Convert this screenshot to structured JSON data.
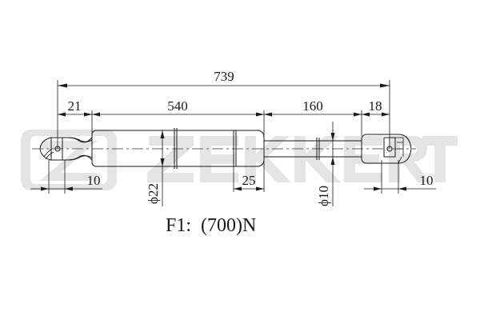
{
  "diagram": {
    "type": "gas-spring-dimension-drawing",
    "watermark": "ZEKKERT",
    "dimensions": {
      "overall_length": "739",
      "eye_offset_left": "21",
      "body_length": "540",
      "rod_length": "160",
      "eye_offset_right": "18",
      "left_eye_width": "10",
      "right_eye_width": "10",
      "body_end_cap": "25",
      "body_diameter": "ϕ22",
      "rod_diameter": "ϕ10"
    },
    "force_label": "F1:  (700)N",
    "colors": {
      "line": "#1a1a1a",
      "watermark": "#e4e4e4",
      "background": "#ffffff"
    }
  }
}
